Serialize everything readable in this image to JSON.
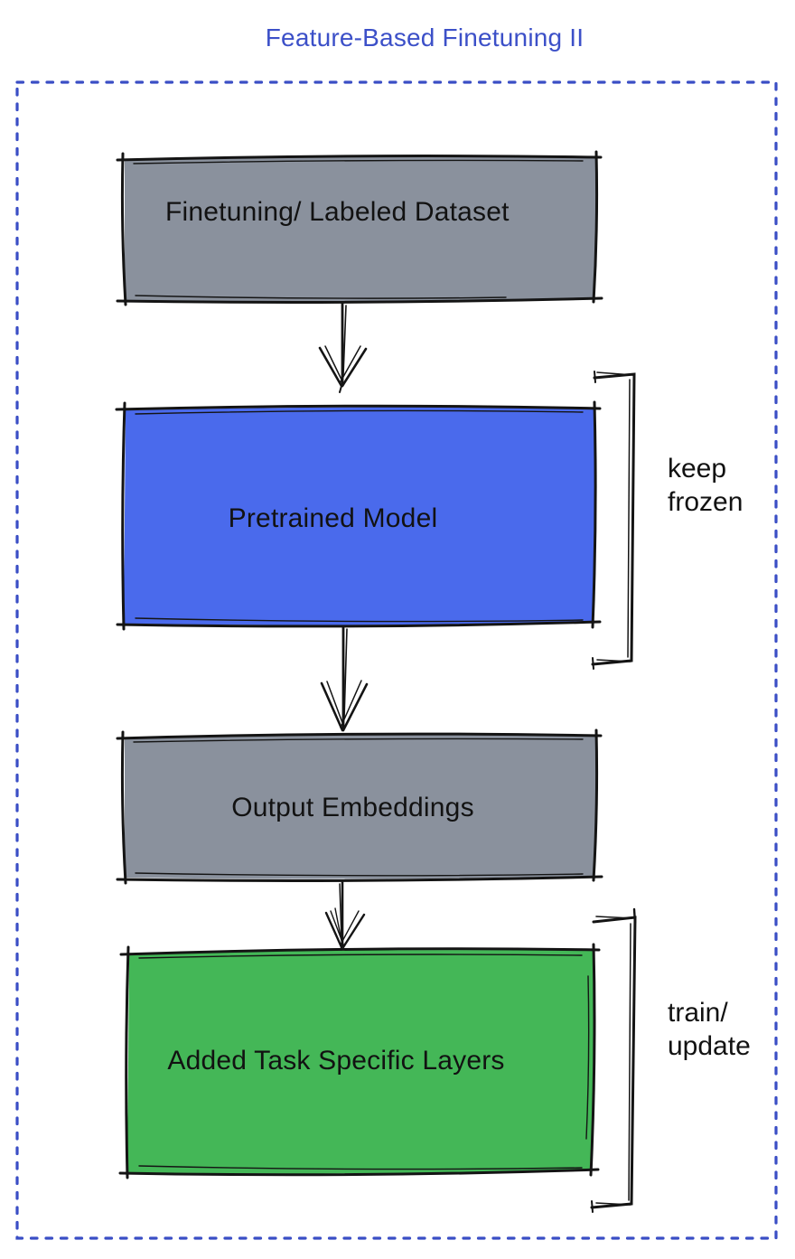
{
  "title": "Feature-Based Finetuning II",
  "colors": {
    "title": "#3C50C8",
    "dashed_border": "#3A4EC5",
    "box_gray": "#8A919D",
    "box_blue": "#4A6AEC",
    "box_green": "#44B757",
    "ink": "#141414",
    "label_text": "#121212"
  },
  "boxes": [
    {
      "id": "finetuning-dataset",
      "label": "Finetuning/ Labeled Dataset",
      "fill": "gray"
    },
    {
      "id": "pretrained-model",
      "label": "Pretrained Model",
      "fill": "blue"
    },
    {
      "id": "output-embeddings",
      "label": "Output Embeddings",
      "fill": "gray"
    },
    {
      "id": "added-task-specific-layers",
      "label": "Added Task Specific Layers",
      "fill": "green"
    }
  ],
  "annotations": [
    {
      "id": "keep-frozen",
      "target": "pretrained-model",
      "text": "keep\nfrozen"
    },
    {
      "id": "train-update",
      "target": "added-task-specific-layers",
      "text": "train/\nupdate"
    }
  ],
  "flow": [
    "finetuning-dataset -> pretrained-model",
    "pretrained-model -> output-embeddings",
    "output-embeddings -> added-task-specific-layers"
  ]
}
